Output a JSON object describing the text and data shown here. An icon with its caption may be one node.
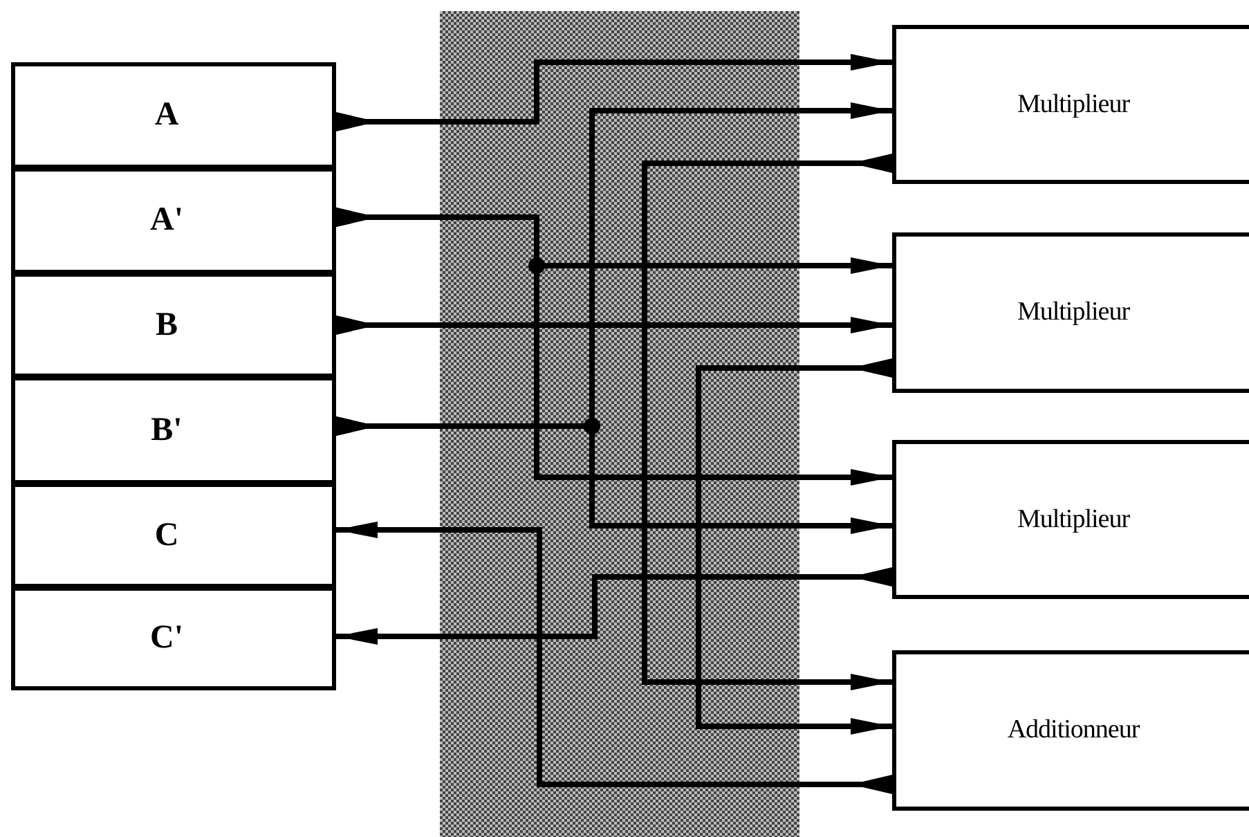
{
  "diagram": {
    "nodes": [
      {
        "text": [
          "A"
        ]
      },
      {
        "text": [
          "A'"
        ]
      },
      {
        "text": [
          "B"
        ]
      },
      {
        "text": [
          "B'"
        ]
      },
      {
        "text": [
          "C"
        ]
      },
      {
        "text": [
          "C'"
        ]
      },
      {
        "text": [
          "Multiplieur"
        ]
      },
      {
        "text": [
          "Multiplieur"
        ]
      },
      {
        "text": [
          "Multiplieur"
        ]
      },
      {
        "text": [
          "Additionneur"
        ]
      }
    ],
    "edges": [
      {
        "from": 0,
        "to": 6,
        "arrow": "to"
      },
      {
        "from": 1,
        "to": 7,
        "arrow": "to"
      },
      {
        "from": 1,
        "to": 8,
        "arrow": "to"
      },
      {
        "from": 2,
        "to": 7,
        "arrow": "to"
      },
      {
        "from": 3,
        "to": 6,
        "arrow": "to"
      },
      {
        "from": 3,
        "to": 8,
        "arrow": "to"
      },
      {
        "from": 6,
        "to": 9,
        "arrow": "to"
      },
      {
        "from": 7,
        "to": 9,
        "arrow": "to"
      },
      {
        "from": 8,
        "to": 5,
        "arrow": "to"
      },
      {
        "from": 9,
        "to": 4,
        "arrow": "to"
      }
    ]
  }
}
